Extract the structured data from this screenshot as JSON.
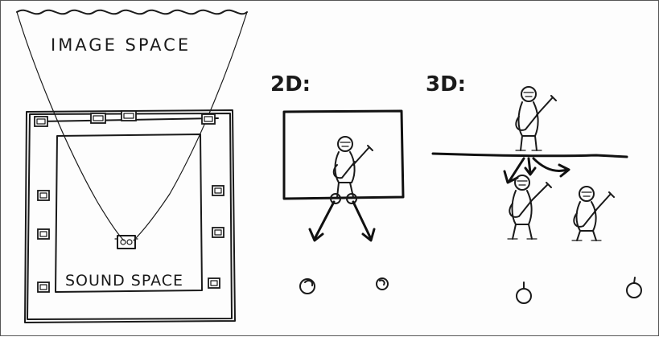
{
  "labels": {
    "image_space": "IMAGE SPACE",
    "sound_space": "SOUND SPACE",
    "label_2d": "2D:",
    "label_3d": "3D:"
  },
  "colors": {
    "ink": "#1a1a1a",
    "paper": "#fdfdfd",
    "frame": "#555555"
  },
  "icons": {
    "speaker": "speaker-icon",
    "listener": "listener-head-icon",
    "performer": "guitarist-figure-icon"
  }
}
